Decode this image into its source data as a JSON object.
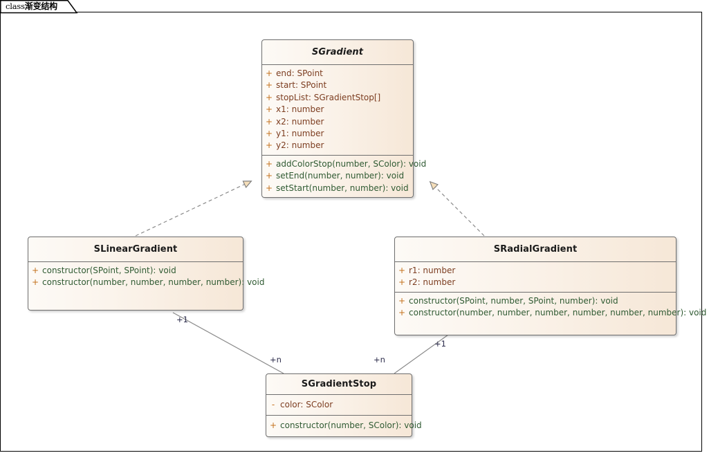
{
  "diagram": {
    "tab_keyword": "class",
    "tab_title": "渐变结构",
    "background": "#ffffff",
    "frame_color": "#000000"
  },
  "palette": {
    "class_border": "#6e6e6e",
    "class_fill_left": "#fdfaf6",
    "class_fill_right": "#f6e7d7",
    "attribute_text": "#7c3d20",
    "method_text": "#2f5a32",
    "visibility_text": "#c4701a",
    "connector_line": "#8a8a8a",
    "arrow_fill": "#f5deb9",
    "multiplicity_text": "#2b2b4a"
  },
  "classes": {
    "sgradient": {
      "name": "SGradient",
      "abstract": true,
      "attributes": [
        {
          "visibility": "+",
          "signature": "end: SPoint"
        },
        {
          "visibility": "+",
          "signature": "start: SPoint"
        },
        {
          "visibility": "+",
          "signature": "stopList: SGradientStop[]"
        },
        {
          "visibility": "+",
          "signature": "x1: number"
        },
        {
          "visibility": "+",
          "signature": "x2: number"
        },
        {
          "visibility": "+",
          "signature": "y1: number"
        },
        {
          "visibility": "+",
          "signature": "y2: number"
        }
      ],
      "methods": [
        {
          "visibility": "+",
          "signature": "addColorStop(number, SColor): void"
        },
        {
          "visibility": "+",
          "signature": "setEnd(number, number): void"
        },
        {
          "visibility": "+",
          "signature": "setStart(number, number): void"
        }
      ]
    },
    "slineargradient": {
      "name": "SLinearGradient",
      "abstract": false,
      "attributes": [],
      "methods": [
        {
          "visibility": "+",
          "signature": "constructor(SPoint, SPoint): void"
        },
        {
          "visibility": "+",
          "signature": "constructor(number, number, number, number): void"
        }
      ]
    },
    "sradialgradient": {
      "name": "SRadialGradient",
      "abstract": false,
      "attributes": [
        {
          "visibility": "+",
          "signature": "r1: number"
        },
        {
          "visibility": "+",
          "signature": "r2: number"
        }
      ],
      "methods": [
        {
          "visibility": "+",
          "signature": "constructor(SPoint, number, SPoint, number): void"
        },
        {
          "visibility": "+",
          "signature": "constructor(number, number, number, number, number, number): void"
        }
      ]
    },
    "sgradientstop": {
      "name": "SGradientStop",
      "abstract": false,
      "attributes": [
        {
          "visibility": "-",
          "signature": "color: SColor"
        }
      ],
      "methods": [
        {
          "visibility": "+",
          "signature": "constructor(number, SColor): void"
        }
      ]
    }
  },
  "relationships": [
    {
      "id": "rel-linear-realizes-gradient",
      "type": "realization",
      "line_style": "dashed",
      "arrowhead": "hollow-triangle",
      "from": "SLinearGradient",
      "to": "SGradient",
      "source_label": "",
      "target_label": ""
    },
    {
      "id": "rel-radial-realizes-gradient",
      "type": "realization",
      "line_style": "dashed",
      "arrowhead": "hollow-triangle",
      "from": "SRadialGradient",
      "to": "SGradient",
      "source_label": "",
      "target_label": ""
    },
    {
      "id": "rel-linear-stop",
      "type": "association",
      "line_style": "solid",
      "arrowhead": "none",
      "from": "SLinearGradient",
      "to": "SGradientStop",
      "source_label": "+1",
      "target_label": "+n"
    },
    {
      "id": "rel-radial-stop",
      "type": "association",
      "line_style": "solid",
      "arrowhead": "none",
      "from": "SRadialGradient",
      "to": "SGradientStop",
      "source_label": "+1",
      "target_label": "+n"
    }
  ],
  "multiplicity_labels": {
    "linear_one": "+1",
    "linear_n": "+n",
    "radial_one": "+1",
    "radial_n": "+n"
  }
}
